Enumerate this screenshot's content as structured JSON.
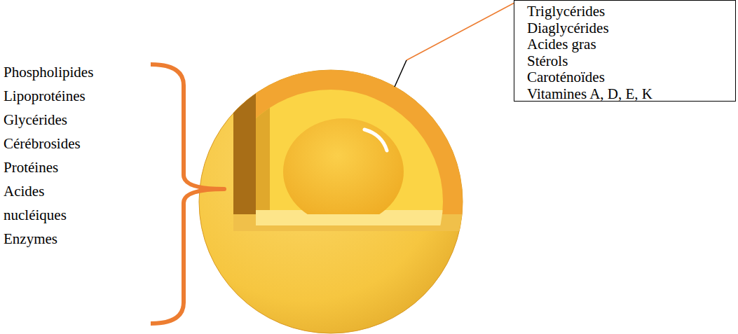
{
  "diagram": {
    "nodes": [
      {
        "text": [
          "Triglycérides",
          "Diaglycérides",
          "Acides gras",
          "Stérols",
          "Caroténoïdes",
          "Vitamines A, D, E, K"
        ]
      }
    ],
    "labels": [
      "Phospholipides",
      "Lipoprotéines",
      "Glycérides",
      "Cérébrosides",
      "Protéines",
      "Acides nucléiques",
      "Enzymes"
    ]
  }
}
